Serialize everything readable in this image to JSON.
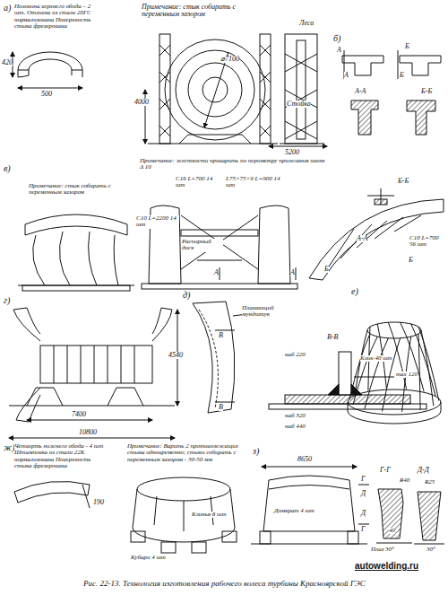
{
  "diagram": {
    "caption": "Рис. 22-13. Технология изготовления рабочего колеса турбины Красноярской ГЭС",
    "labels": [
      "а)",
      "Половина верхнего обода – 2 шт. Отливка из стали 20ГС нормализована Поверхность стыка фрезерована",
      "420",
      "500",
      "Примечание: стык собирать с переменным зазором",
      "Леса",
      "Стойка",
      "⌀7100",
      "4000",
      "5200",
      "б)",
      "А",
      "Б",
      "А-А",
      "А",
      "Б",
      "Б-Б",
      "в)",
      "Примечание: жесткости приварить по периметру прилегания швом Δ 10",
      "Примечание: стык собирать с переменным зазором",
      "C16 L=700 14 шт",
      "L75×75×9 L=900 14 шт",
      "Распорный диск",
      "C10 L=2200 14 шт",
      "А",
      "А",
      "Б-Б",
      "А-А",
      "Б",
      "Б",
      "C10 L=700 56 шт",
      "г)",
      "4540",
      "7400",
      "10800",
      "д)",
      "Плавающий мундштук",
      "В",
      "В",
      "В-В",
      "наб 220",
      "Клин 40 шт",
      "max 120",
      "наб 320",
      "наб 440",
      "е)",
      "ж)",
      "Четверть нижнего обода - 4 шт Штамповка из стали 22К нормализована Поверхность стыка фрезерована",
      "190",
      "Примечание: Варить 2 противолежащих стыка одновременно; стыки собирать с переменным зазором - 30-50 мм",
      "Клинья 8 шт",
      "Кубари 4 шт",
      "з)",
      "8650",
      "Домкрат 4 шт",
      "Г",
      "Г",
      "Г-Г",
      "R40",
      "40",
      "Плаз",
      "30°",
      "Д-Д",
      "R25",
      "30°",
      "Д",
      "Д",
      "autowelding.ru"
    ]
  }
}
